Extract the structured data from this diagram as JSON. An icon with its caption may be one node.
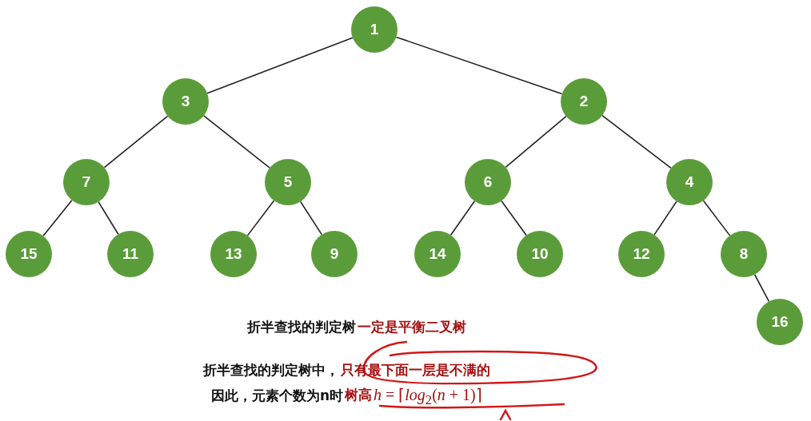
{
  "diagram": {
    "nodes": [
      {
        "text": [
          "1"
        ]
      },
      {
        "text": [
          "3"
        ]
      },
      {
        "text": [
          "2"
        ]
      },
      {
        "text": [
          "7"
        ]
      },
      {
        "text": [
          "5"
        ]
      },
      {
        "text": [
          "6"
        ]
      },
      {
        "text": [
          "4"
        ]
      },
      {
        "text": [
          "15"
        ]
      },
      {
        "text": [
          "11"
        ]
      },
      {
        "text": [
          "13"
        ]
      },
      {
        "text": [
          "9"
        ]
      },
      {
        "text": [
          "14"
        ]
      },
      {
        "text": [
          "10"
        ]
      },
      {
        "text": [
          "12"
        ]
      },
      {
        "text": [
          "8"
        ]
      },
      {
        "text": [
          "16"
        ]
      }
    ],
    "edges": [
      {
        "from": 0,
        "to": 1,
        "arrow": "none"
      },
      {
        "from": 0,
        "to": 2,
        "arrow": "none"
      },
      {
        "from": 1,
        "to": 3,
        "arrow": "none"
      },
      {
        "from": 1,
        "to": 4,
        "arrow": "none"
      },
      {
        "from": 2,
        "to": 5,
        "arrow": "none"
      },
      {
        "from": 2,
        "to": 6,
        "arrow": "none"
      },
      {
        "from": 3,
        "to": 7,
        "arrow": "none"
      },
      {
        "from": 3,
        "to": 8,
        "arrow": "none"
      },
      {
        "from": 4,
        "to": 9,
        "arrow": "none"
      },
      {
        "from": 4,
        "to": 10,
        "arrow": "none"
      },
      {
        "from": 5,
        "to": 11,
        "arrow": "none"
      },
      {
        "from": 5,
        "to": 12,
        "arrow": "none"
      },
      {
        "from": 6,
        "to": 13,
        "arrow": "none"
      },
      {
        "from": 6,
        "to": 14,
        "arrow": "none"
      },
      {
        "from": 14,
        "to": 15,
        "arrow": "none"
      }
    ],
    "labels": [
      "折半查找的判定树",
      "一定是平衡二叉树",
      "折半查找的判定树中，",
      "只有最下面一层是不满的",
      "因此，元素个数为**n**时",
      "树高",
      "*h* = ⌈*log*$_{2}$(*n* + 1)⌉"
    ]
  }
}
